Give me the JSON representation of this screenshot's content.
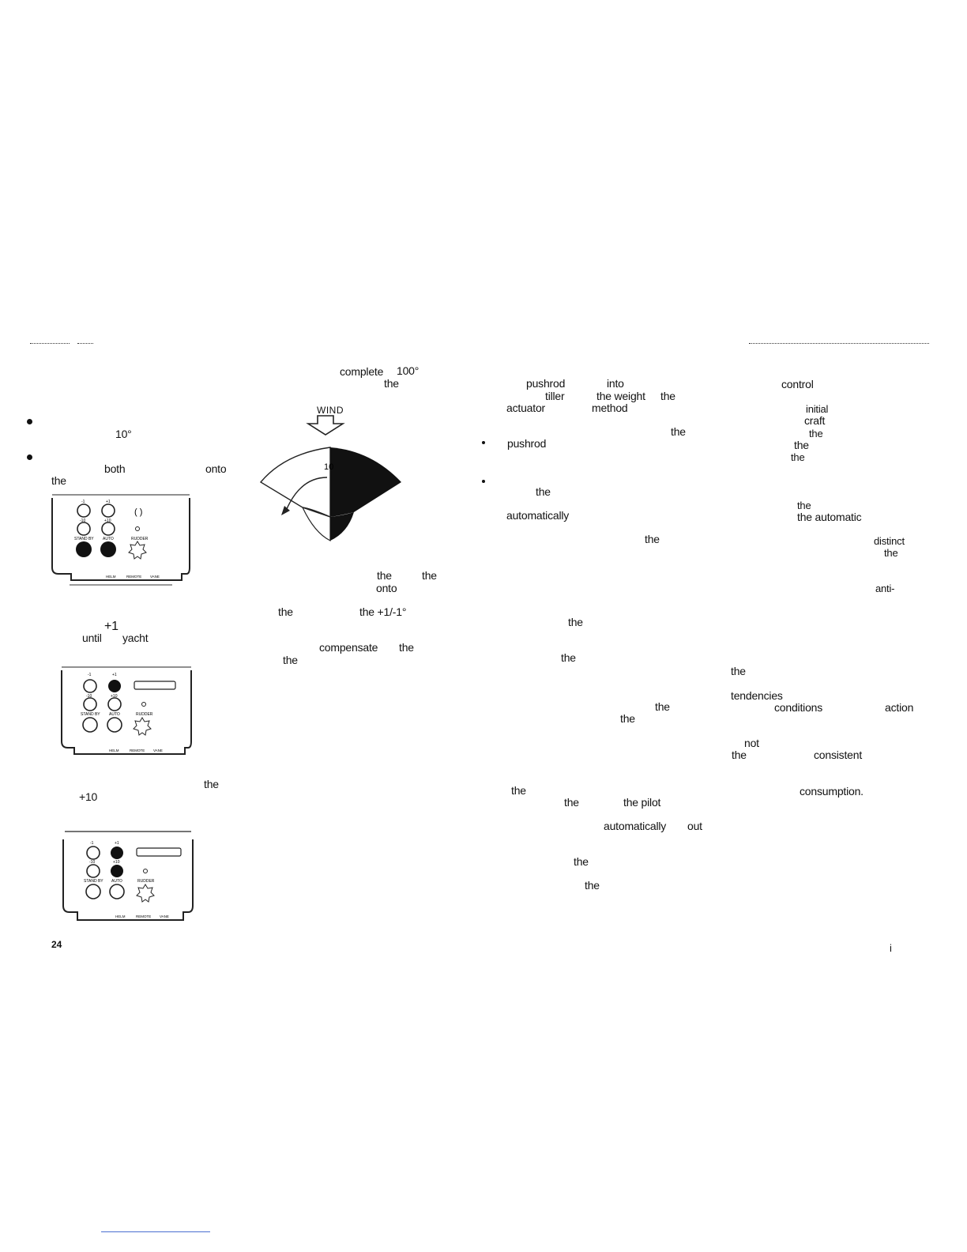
{
  "page": {
    "number": "24",
    "right_mark": "i"
  },
  "panel_labels": {
    "minus1": "-1",
    "plus1": "+1",
    "minus10": "-10",
    "plus10": "+10",
    "standby": "STAND BY",
    "auto": "AUTO",
    "rudder": "RUDDER",
    "helm": "HELM",
    "remote": "REMOTE",
    "vane": "VANE"
  },
  "panel_1_display": "(            )",
  "diagram": {
    "wind_label": "WIND",
    "arc_label": "10"
  },
  "words": {
    "c1a": "10°",
    "c1b": "both",
    "c1c": "onto",
    "c1d": "the",
    "c1e": "+1",
    "c1f": "until",
    "c1g": "yacht",
    "c1h": "the",
    "c1i": "+10",
    "c2a": "complete",
    "c2b": "100°",
    "c2c": "the",
    "c2d": "the",
    "c2e": "the",
    "c2f": "onto",
    "c2g": "the",
    "c2h": "the +1/-1°",
    "c2i": "compensate",
    "c2j": "the",
    "c2k": "the",
    "c3a": "pushrod",
    "c3b": "into",
    "c3c": "tiller",
    "c3d": "the weight",
    "c3e": "the",
    "c3f": "actuator",
    "c3g": "method",
    "c3h": "the",
    "c3i": "pushrod",
    "c3j": "the",
    "c3k": "automatically",
    "c3l": "the",
    "c3m": "the",
    "c3n": "the",
    "c3o": "the",
    "c3p": "the",
    "c3q": "the",
    "c3r": "the",
    "c3s": "the pilot",
    "c3t": "automatically",
    "c3u": "out",
    "c3v": "the",
    "c3w": "the",
    "c4a": "control",
    "c4b": "initial",
    "c4c": "craft",
    "c4d": "the",
    "c4e": "the",
    "c4f": "the",
    "c4g": "the",
    "c4h": "the automatic",
    "c4i": "distinct",
    "c4j": "the",
    "c4k": "anti-",
    "c4l": "the",
    "c4m": "tendencies",
    "c4n": "conditions",
    "c4o": "action",
    "c4p": "not",
    "c4q": "the",
    "c4r": "consistent",
    "c4s": "consumption."
  }
}
